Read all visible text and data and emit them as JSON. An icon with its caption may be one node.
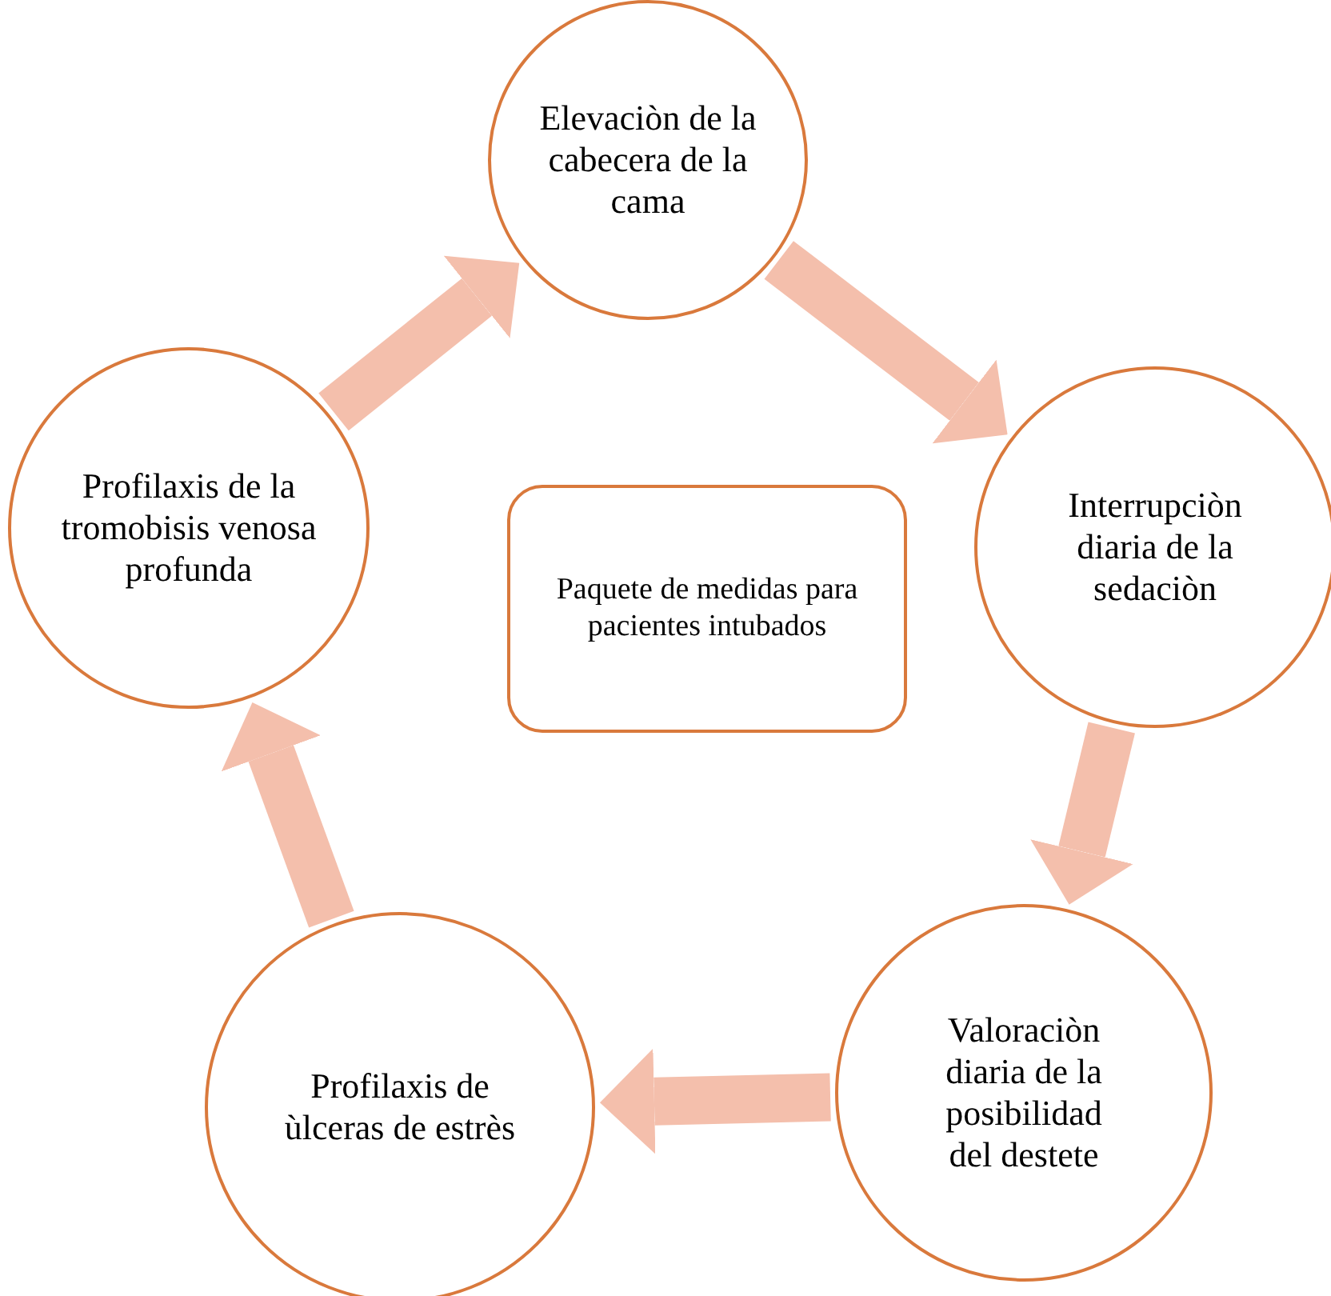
{
  "diagram": {
    "nodes": [
      {
        "text": [
          "Elevaciòn de la cabecera de la cama"
        ]
      },
      {
        "text": [
          "Profilaxis de la tromobisis venosa profunda"
        ]
      },
      {
        "text": [
          "Paquete de medidas para pacientes intubados"
        ]
      },
      {
        "text": [
          "Interrupciòn diaria de la sedaciòn"
        ]
      },
      {
        "text": [
          "Valoraciòn diaria de la posibilidad del destete"
        ]
      },
      {
        "text": [
          "Profilaxis de ùlceras de estrès"
        ]
      }
    ],
    "edges": [
      {
        "from": 1,
        "to": 0,
        "arrow": "to"
      },
      {
        "from": 0,
        "to": 3,
        "arrow": "to"
      },
      {
        "from": 3,
        "to": 4,
        "arrow": "to"
      },
      {
        "from": 4,
        "to": 5,
        "arrow": "to"
      },
      {
        "from": 5,
        "to": 1,
        "arrow": "to"
      }
    ]
  }
}
